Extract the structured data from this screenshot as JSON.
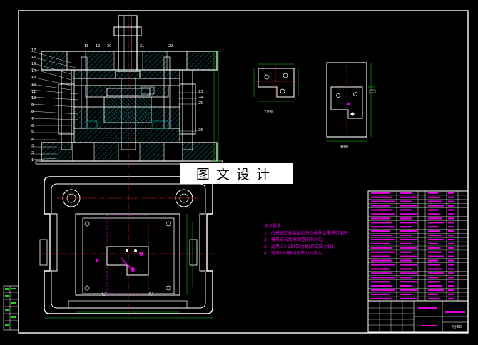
{
  "watermark": "图文设计",
  "technical_requirements": {
    "title": "技术要求:",
    "items": [
      "1、凸模固定板装配后与凸模配合需进行磨平;",
      "2、模具安装后需调整间隙均匀;",
      "3、选用J23-25T压力机(开式压力机);",
      "4、选用22d模柄与压力机配合。"
    ]
  },
  "views": {
    "workpiece_label": "工件图",
    "layout_label": "排样图"
  },
  "title_block": {
    "drawing_number": "MJ-00"
  },
  "balloons": {
    "left": [
      "17",
      "16",
      "15",
      "14",
      "13",
      "12",
      "11",
      "10",
      "9",
      "8",
      "7",
      "6",
      "5",
      "4",
      "3",
      "2",
      "1"
    ],
    "top": [
      "18",
      "19",
      "20",
      "21",
      "22"
    ],
    "right": [
      "23",
      "24",
      "25",
      "26"
    ]
  },
  "colors": {
    "background": "#000000",
    "lines": "#ffffff",
    "centerline": "#ff2020",
    "hatch": "#00c0c0",
    "dimension": "#20d020",
    "annotation": "#e000e0"
  }
}
